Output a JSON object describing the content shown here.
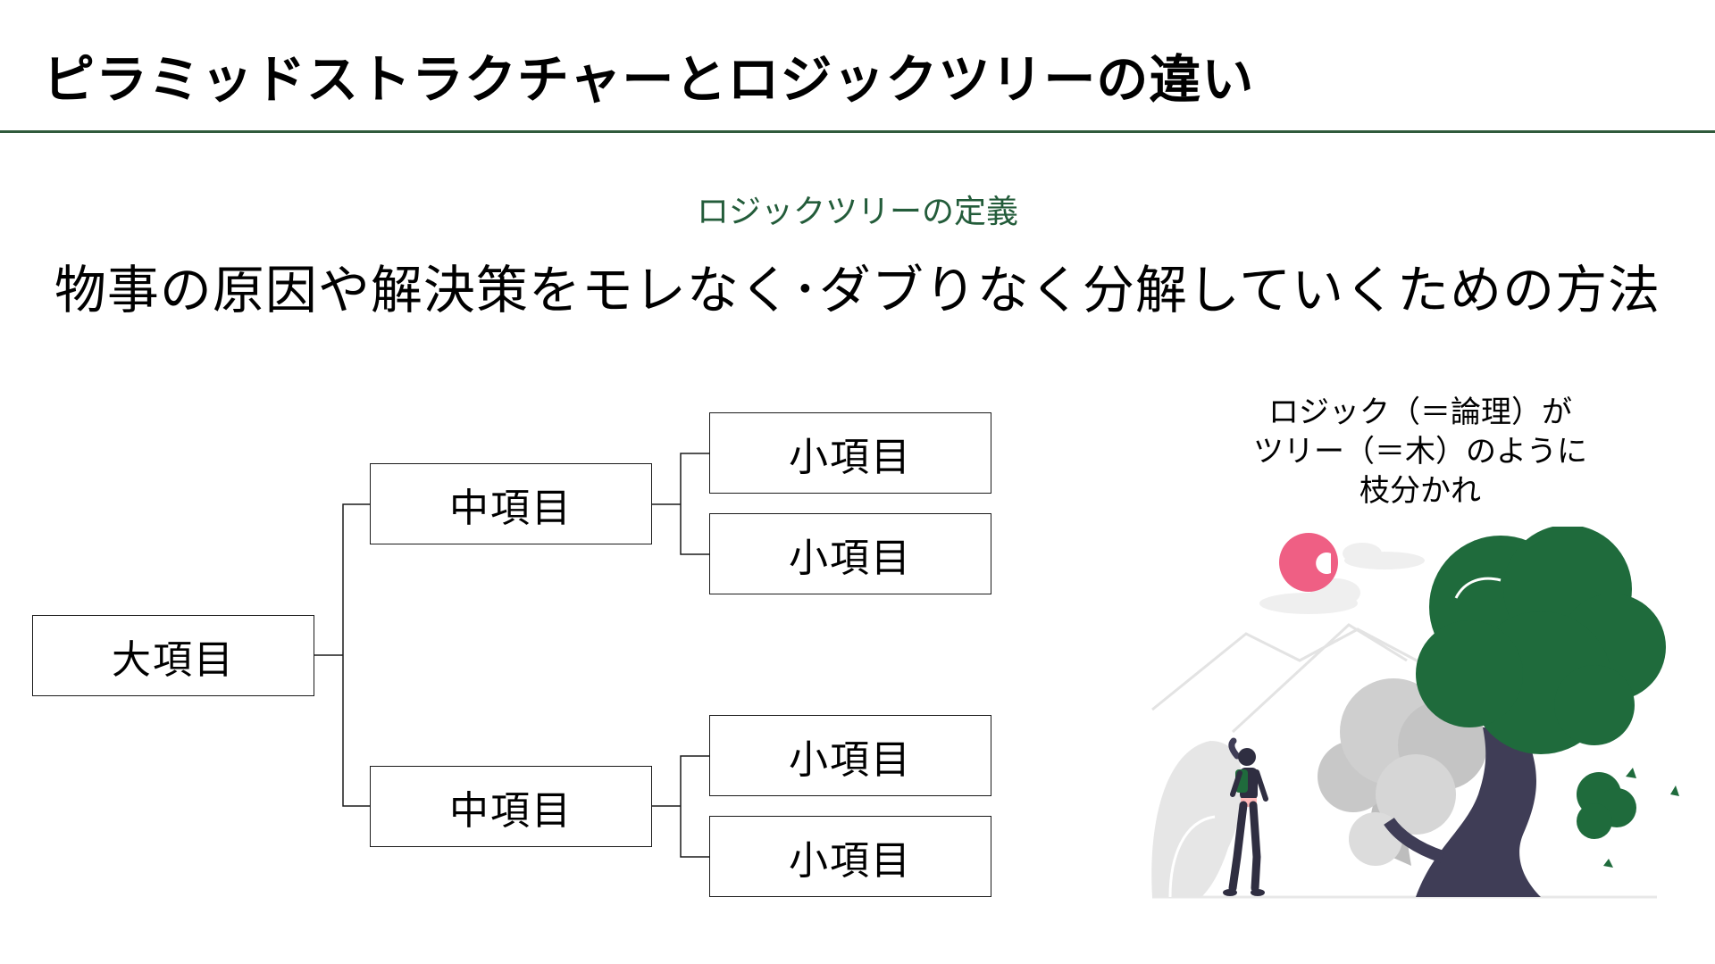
{
  "header": {
    "title": "ピラミッドストラクチャーとロジックツリーの違い"
  },
  "section": {
    "label": "ロジックツリーの定義",
    "definition": "物事の原因や解決策をモレなく･ダブりなく分解していくための方法"
  },
  "tree": {
    "root": "大項目",
    "mid": [
      "中項目",
      "中項目"
    ],
    "leaves": [
      "小項目",
      "小項目",
      "小項目",
      "小項目"
    ]
  },
  "note": {
    "lines": [
      "ロジック（＝論理）が",
      "ツリー（＝木）のように",
      "枝分かれ"
    ]
  },
  "colors": {
    "accent_green": "#235c3a",
    "tree_green": "#1f6b3c",
    "sun_pink": "#ef5f84",
    "trunk": "#3f3d56"
  }
}
